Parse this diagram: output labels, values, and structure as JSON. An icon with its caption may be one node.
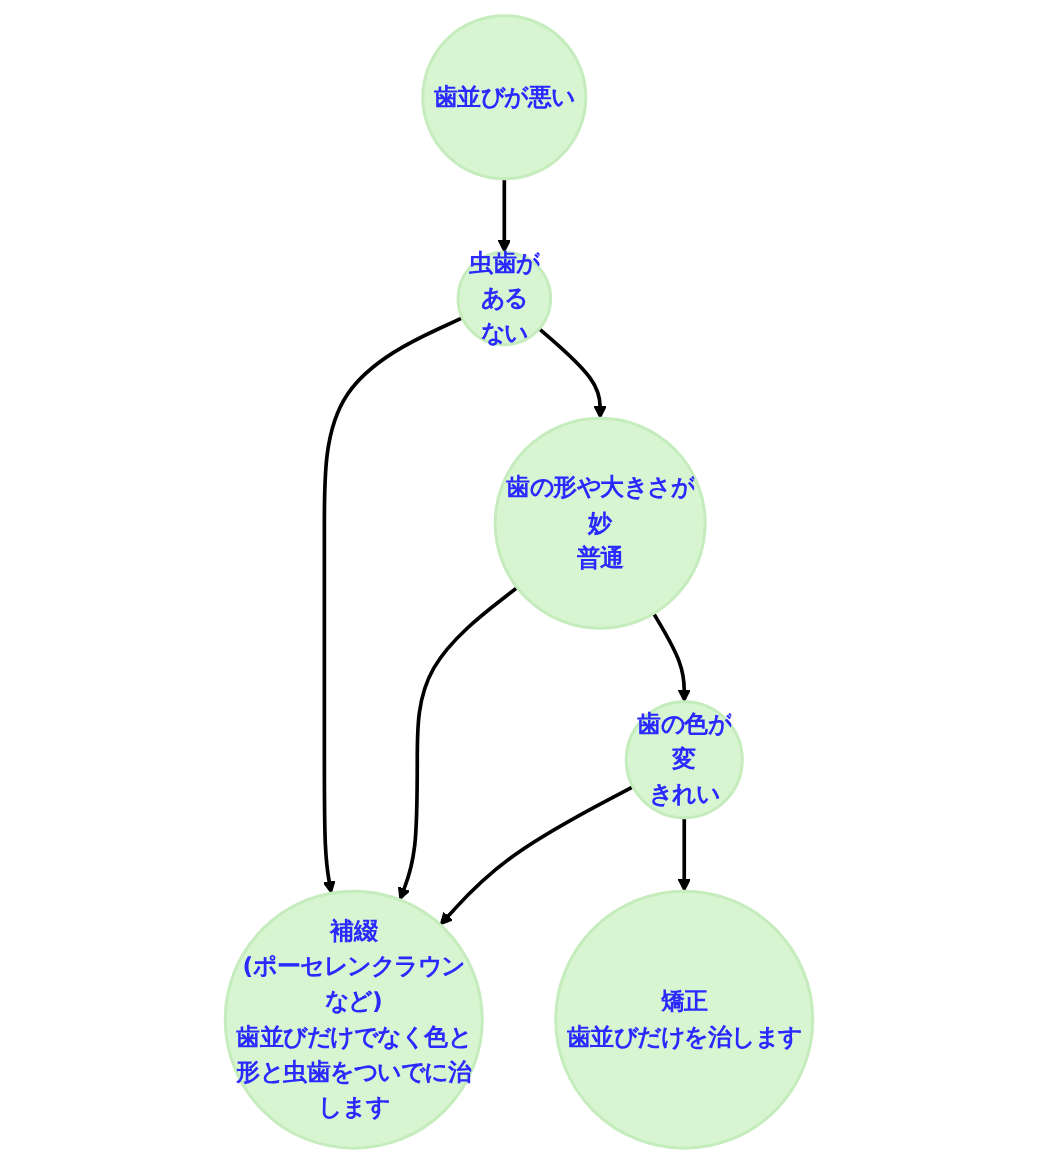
{
  "diagram": {
    "nodes": [
      {
        "text": [
          "歯並びが悪い"
        ]
      },
      {
        "text": [
          "虫歯が",
          "ある",
          "ない"
        ]
      },
      {
        "text": [
          "補綴",
          "(ポーセレンクラウンなど)",
          "歯並びだけでなく色と形と虫歯をついでに治します"
        ]
      },
      {
        "text": [
          "歯の形や大きさが",
          "妙",
          "普通"
        ]
      },
      {
        "text": [
          "歯の色が",
          "変",
          "きれい"
        ]
      },
      {
        "text": [
          "矯正",
          "歯並びだけを治します"
        ]
      }
    ],
    "edges": [
      {
        "from": 0,
        "to": 1,
        "arrow": "to"
      },
      {
        "from": 1,
        "to": 2,
        "arrow": "to"
      },
      {
        "from": 1,
        "to": 3,
        "arrow": "to"
      },
      {
        "from": 3,
        "to": 2,
        "arrow": "to"
      },
      {
        "from": 3,
        "to": 4,
        "arrow": "to"
      },
      {
        "from": 4,
        "to": 2,
        "arrow": "to"
      },
      {
        "from": 4,
        "to": 5,
        "arrow": "to"
      }
    ]
  }
}
